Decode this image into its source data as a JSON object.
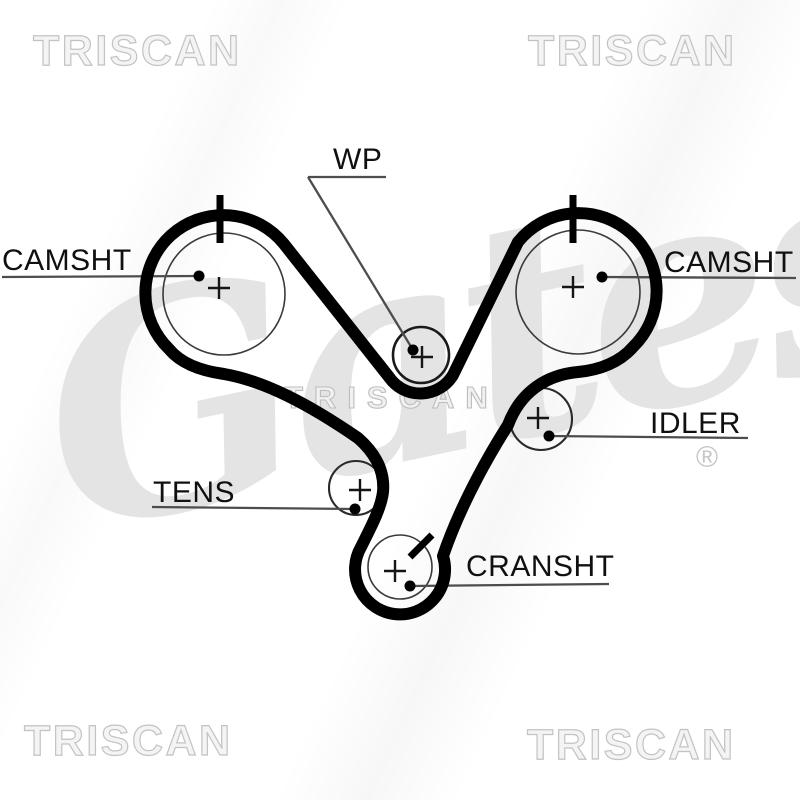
{
  "diagram": {
    "type": "timing-belt-routing",
    "labels": {
      "camshaft_left": "CAMSHT",
      "camshaft_right": "CAMSHT",
      "water_pump": "WP",
      "idler": "IDLER",
      "tensioner": "TENS",
      "crankshaft": "CRANSHT"
    },
    "colors": {
      "belt": "#000000",
      "label_text": "#101010",
      "leader_line": "#4d4d4d",
      "watermark_gray": "#c3c3c3"
    }
  },
  "watermarks": {
    "corner_text": "TRISCAN",
    "center_text": "TRISCAN",
    "script_brand": "Gates",
    "registered_mark": "®"
  }
}
